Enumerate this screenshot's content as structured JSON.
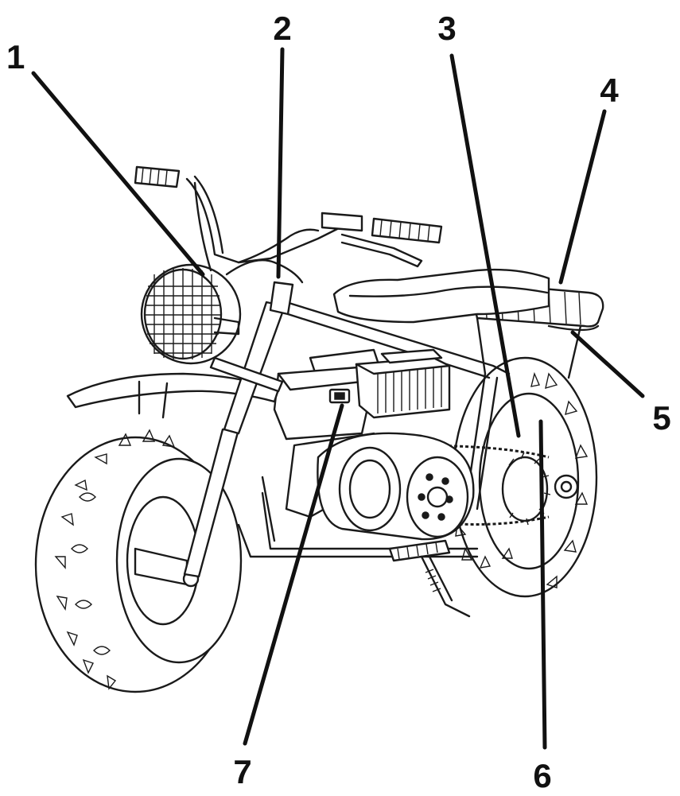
{
  "diagram": {
    "callouts": [
      {
        "id": "1",
        "label": "1"
      },
      {
        "id": "2",
        "label": "2"
      },
      {
        "id": "3",
        "label": "3"
      },
      {
        "id": "4",
        "label": "4"
      },
      {
        "id": "5",
        "label": "5"
      },
      {
        "id": "6",
        "label": "6"
      },
      {
        "id": "7",
        "label": "7"
      }
    ],
    "line_color": "#111111",
    "background": "#ffffff"
  }
}
